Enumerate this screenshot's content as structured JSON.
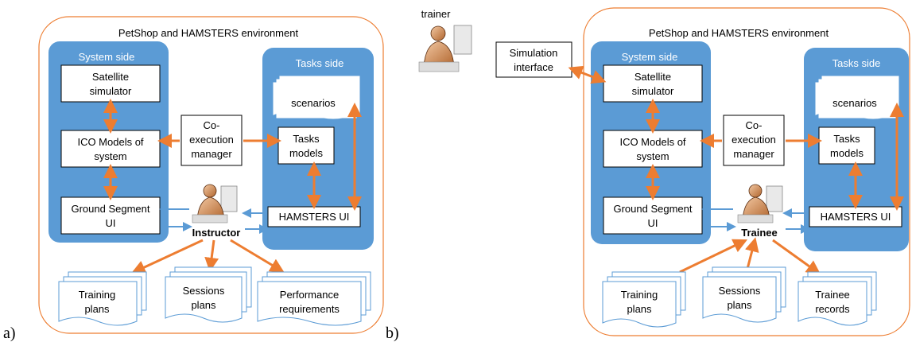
{
  "colors": {
    "env_border": "#ED7D31",
    "side_fill": "#5B9BD5",
    "box_fill": "#FFFFFF",
    "arrow_orange": "#ED7D31",
    "arrow_blue": "#5B9BD5",
    "doc_border": "#5B9BD5"
  },
  "panels": [
    {
      "label": "a)",
      "environment_title": "PetShop and HAMSTERS environment",
      "system_side_title": "System side",
      "tasks_side_title": "Tasks side",
      "satellite": [
        "Satellite",
        "simulator"
      ],
      "ico": [
        "ICO Models of",
        "system"
      ],
      "ground": [
        "Ground Segment",
        "UI"
      ],
      "scenarios": "scenarios",
      "tasks_models": [
        "Tasks",
        "models"
      ],
      "hamsters_ui": "HAMSTERS UI",
      "coexec": [
        "Co-",
        "execution",
        "manager"
      ],
      "actor": "Instructor",
      "docs": [
        [
          "Training",
          "plans"
        ],
        [
          "Sessions",
          "plans"
        ],
        [
          "Performance",
          "requirements"
        ]
      ]
    },
    {
      "label": "b)",
      "environment_title": "PetShop and HAMSTERS environment",
      "system_side_title": "System side",
      "tasks_side_title": "Tasks side",
      "satellite": [
        "Satellite",
        "simulator"
      ],
      "ico": [
        "ICO Models of",
        "system"
      ],
      "ground": [
        "Ground Segment",
        "UI"
      ],
      "scenarios": "scenarios",
      "tasks_models": [
        "Tasks",
        "models"
      ],
      "hamsters_ui": "HAMSTERS UI",
      "coexec": [
        "Co-",
        "execution",
        "manager"
      ],
      "actor": "Trainee",
      "docs": [
        [
          "Training",
          "plans"
        ],
        [
          "Sessions",
          "plans"
        ],
        [
          "Trainee",
          "records"
        ]
      ],
      "trainer": "trainer",
      "sim_interface": [
        "Simulation",
        "interface"
      ]
    }
  ]
}
